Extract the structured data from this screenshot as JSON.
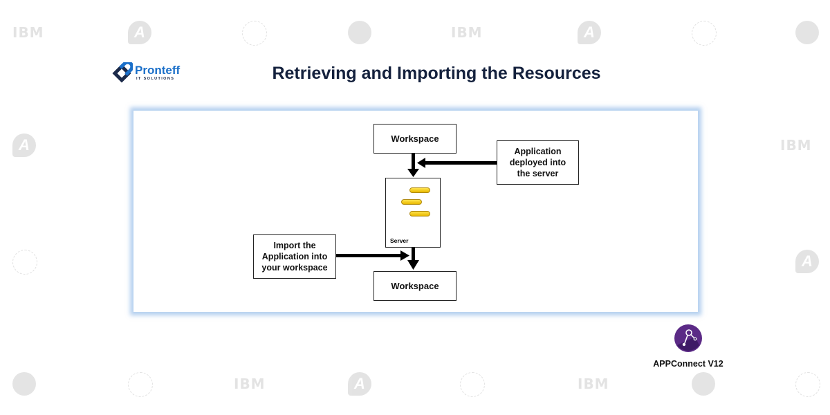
{
  "background_watermarks": [
    "ibm-logo",
    "a-logo",
    "globe-icon",
    "app-connect-icon"
  ],
  "brand": {
    "name": "Pronteff",
    "tagline": "IT SOLUTIONS",
    "color": "#1a6fc9"
  },
  "title": "Retrieving and Importing the Resources",
  "diagram": {
    "workspace_top": "Workspace",
    "workspace_bottom": "Workspace",
    "server_label": "Server",
    "note_deploy": [
      "Application",
      "deployed into",
      "the server"
    ],
    "note_import": [
      "Import the",
      "Application into",
      "your workspace"
    ]
  },
  "product": {
    "label": "APPConnect V12",
    "color": "#5b2a86"
  },
  "ibm_text": "IBM",
  "a_text": "A"
}
